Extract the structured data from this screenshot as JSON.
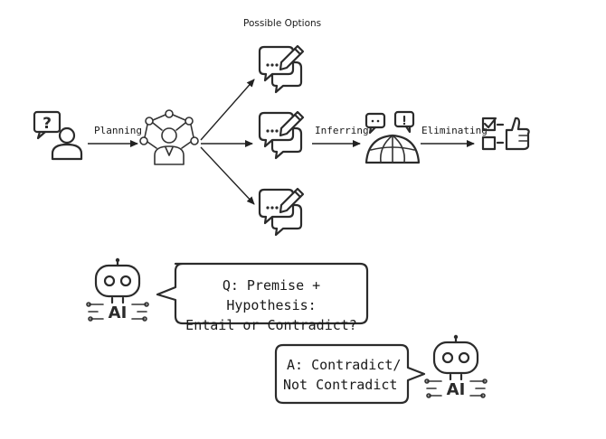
{
  "diagram": {
    "title": "Possible Options",
    "edges": {
      "planning": "Planning",
      "inferring": "Inferring",
      "eliminating": "Eliminating"
    },
    "question_bubble": {
      "line1": "Q: Premise + Hypothesis:",
      "line2": "Entail or Contradict?"
    },
    "answer_bubble": {
      "line1": "A: Contradict/",
      "line2": "Not Contradict"
    },
    "robot_text": "AI",
    "icons": [
      "question-person-icon",
      "planner-network-icon",
      "chat-option-icon",
      "globe-discussion-icon",
      "checklist-thumb-icon",
      "robot-ai-icon"
    ]
  }
}
